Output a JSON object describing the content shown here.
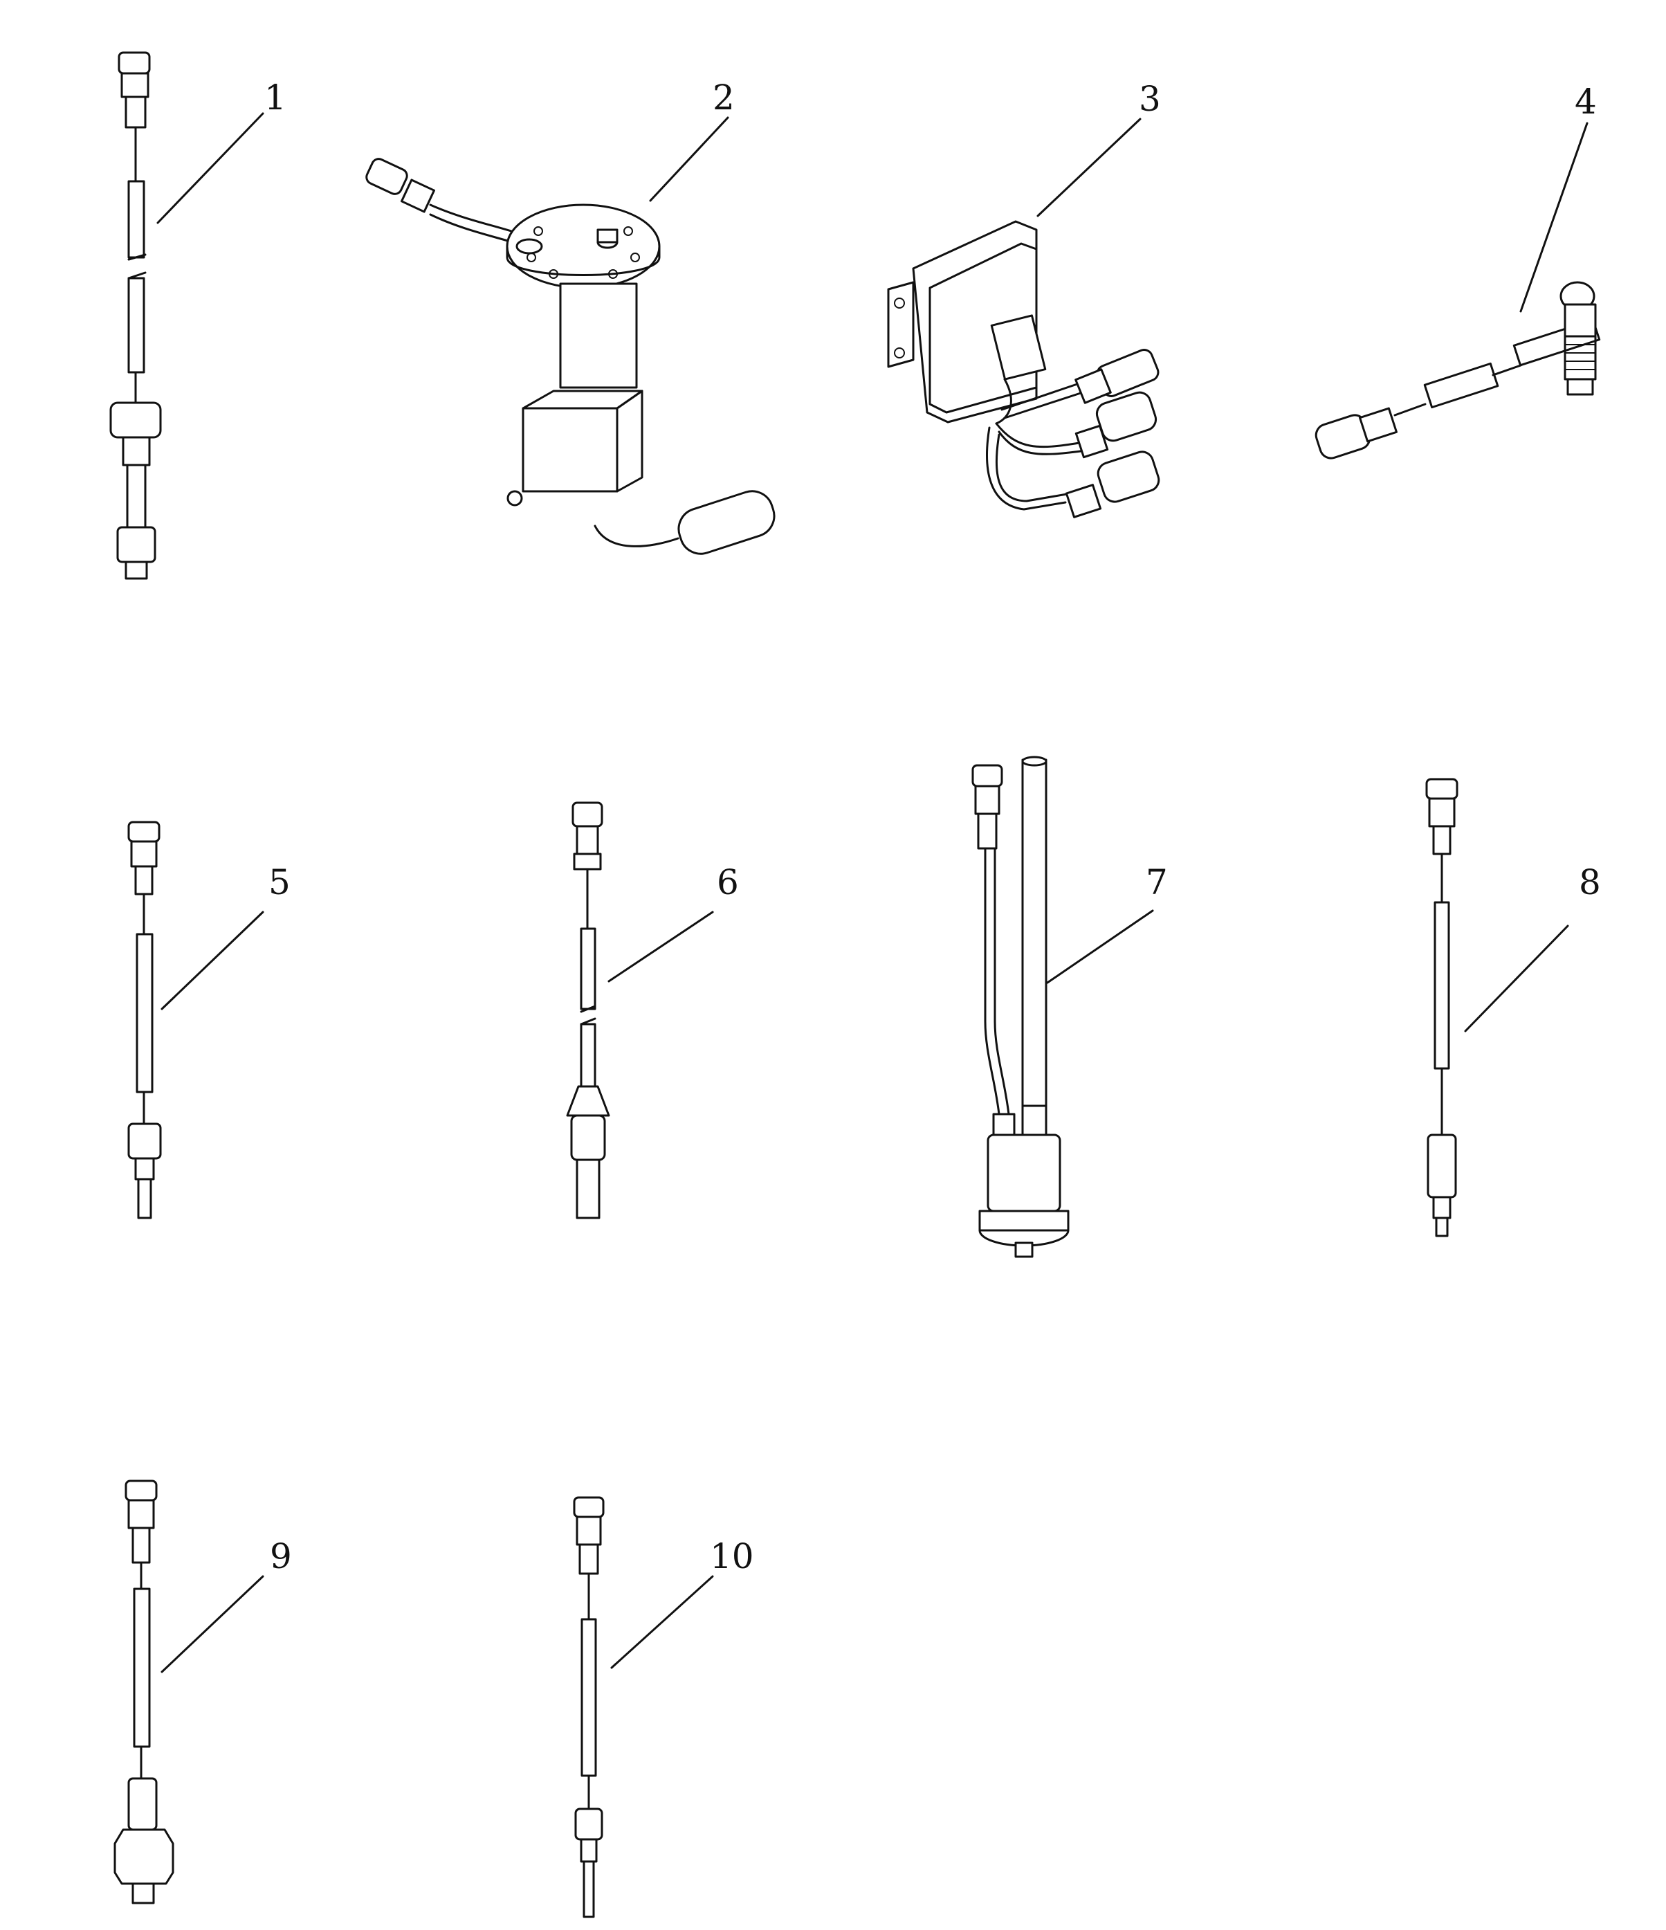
{
  "diagram": {
    "parts": [
      {
        "number": "1"
      },
      {
        "number": "2"
      },
      {
        "number": "3"
      },
      {
        "number": "4"
      },
      {
        "number": "5"
      },
      {
        "number": "6"
      },
      {
        "number": "7"
      },
      {
        "number": "8"
      },
      {
        "number": "9"
      },
      {
        "number": "10"
      }
    ]
  }
}
